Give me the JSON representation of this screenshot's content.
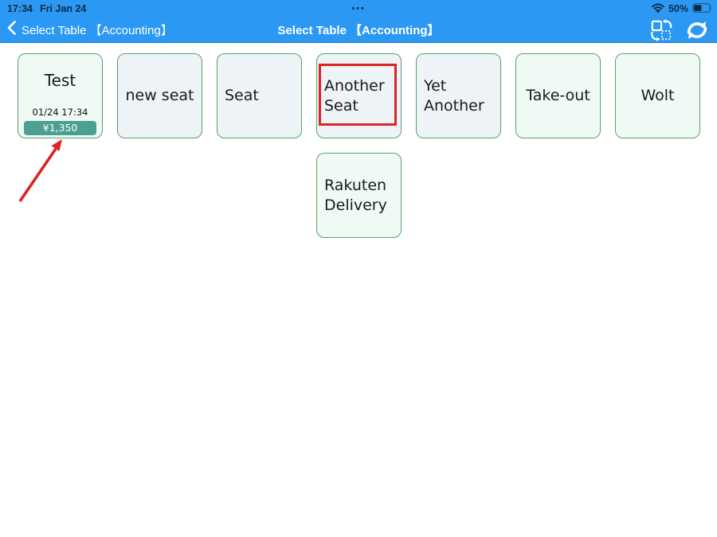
{
  "colors": {
    "accent_blue": "#2b99f4",
    "card_border_green": "#56a266",
    "card_bg_mint": "#f0faf5",
    "card_bg_blue_gray": "#eef3f8",
    "badge_teal": "#4ba092",
    "annotation_red": "#dd2222",
    "nav_text": "#ffffff",
    "status_text": "#0e2a42"
  },
  "status_bar": {
    "time": "17:34",
    "date": "Fri Jan 24",
    "multitask_dots": "•••",
    "battery_percent": "50%"
  },
  "nav_bar": {
    "back_label": "Select Table 【Accounting】",
    "title": "Select Table 【Accounting】",
    "icons": [
      "move-tables-icon",
      "refresh-icon"
    ]
  },
  "tables": [
    {
      "name": "Test",
      "align": "center",
      "style": "mint",
      "col": 1,
      "row": 1,
      "timestamp": "01/24 17:34",
      "amount": "¥1,350"
    },
    {
      "name": "new seat",
      "align": "center",
      "style": "blue",
      "col": 2,
      "row": 1
    },
    {
      "name": "Seat",
      "align": "left",
      "style": "blue",
      "col": 3,
      "row": 1
    },
    {
      "name": "Another Seat",
      "align": "left",
      "style": "blue",
      "col": 4,
      "row": 1,
      "highlighted": true
    },
    {
      "name": "Yet Another",
      "align": "left",
      "style": "blue",
      "col": 5,
      "row": 1
    },
    {
      "name": "Take-out",
      "align": "center",
      "style": "mint",
      "col": 6,
      "row": 1
    },
    {
      "name": "Wolt",
      "align": "center",
      "style": "mint",
      "col": 7,
      "row": 1
    },
    {
      "name": "Rakuten Delivery",
      "align": "left",
      "style": "mint",
      "col": 4,
      "row": 2
    }
  ],
  "annotations": {
    "highlight_target": "Another Seat",
    "arrow_target": "¥1,350"
  }
}
